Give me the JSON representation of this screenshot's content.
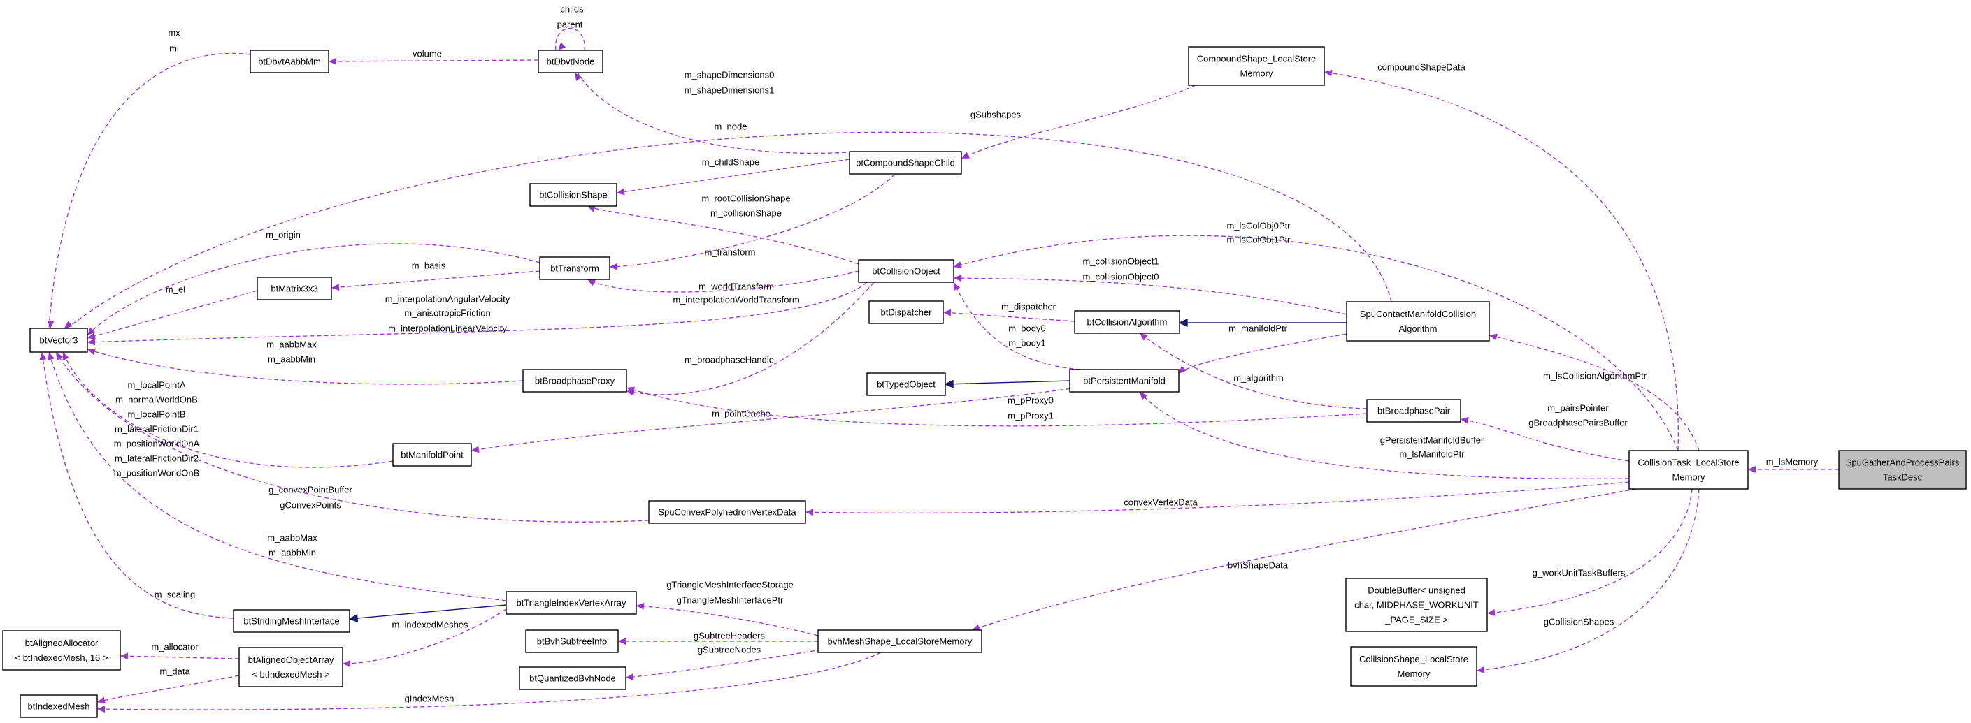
{
  "nodes": [
    {
      "id": "SpuGatherAndProcessPairsTaskDesc",
      "lines": [
        "SpuGatherAndProcessPairs",
        "TaskDesc"
      ],
      "highlight": true
    },
    {
      "id": "CollisionTask_LocalStoreMemory",
      "lines": [
        "CollisionTask_LocalStore",
        "Memory"
      ]
    },
    {
      "id": "btVector3",
      "lines": [
        "btVector3"
      ]
    },
    {
      "id": "btDbvtAabbMm",
      "lines": [
        "btDbvtAabbMm"
      ]
    },
    {
      "id": "btDbvtNode",
      "lines": [
        "btDbvtNode"
      ]
    },
    {
      "id": "CompoundShape_LocalStoreMemory",
      "lines": [
        "CompoundShape_LocalStore",
        "Memory"
      ]
    },
    {
      "id": "btCompoundShapeChild",
      "lines": [
        "btCompoundShapeChild"
      ]
    },
    {
      "id": "btCollisionShape",
      "lines": [
        "btCollisionShape"
      ]
    },
    {
      "id": "btTransform",
      "lines": [
        "btTransform"
      ]
    },
    {
      "id": "btMatrix3x3",
      "lines": [
        "btMatrix3x3"
      ]
    },
    {
      "id": "btCollisionObject",
      "lines": [
        "btCollisionObject"
      ]
    },
    {
      "id": "btDispatcher",
      "lines": [
        "btDispatcher"
      ]
    },
    {
      "id": "btCollisionAlgorithm",
      "lines": [
        "btCollisionAlgorithm"
      ]
    },
    {
      "id": "SpuContactManifoldCollisionAlgorithm",
      "lines": [
        "SpuContactManifoldCollision",
        "Algorithm"
      ]
    },
    {
      "id": "btBroadphaseProxy",
      "lines": [
        "btBroadphaseProxy"
      ]
    },
    {
      "id": "btTypedObject",
      "lines": [
        "btTypedObject"
      ]
    },
    {
      "id": "btPersistentManifold",
      "lines": [
        "btPersistentManifold"
      ]
    },
    {
      "id": "btBroadphasePair",
      "lines": [
        "btBroadphasePair"
      ]
    },
    {
      "id": "btManifoldPoint",
      "lines": [
        "btManifoldPoint"
      ]
    },
    {
      "id": "SpuConvexPolyhedronVertexData",
      "lines": [
        "SpuConvexPolyhedronVertexData"
      ]
    },
    {
      "id": "btStridingMeshInterface",
      "lines": [
        "btStridingMeshInterface"
      ]
    },
    {
      "id": "btTriangleIndexVertexArray",
      "lines": [
        "btTriangleIndexVertexArray"
      ]
    },
    {
      "id": "btAlignedAllocator",
      "lines": [
        "btAlignedAllocator",
        "< btIndexedMesh, 16 >"
      ]
    },
    {
      "id": "btAlignedObjectArray",
      "lines": [
        "btAlignedObjectArray",
        "< btIndexedMesh >"
      ]
    },
    {
      "id": "btIndexedMesh",
      "lines": [
        "btIndexedMesh"
      ]
    },
    {
      "id": "btBvhSubtreeInfo",
      "lines": [
        "btBvhSubtreeInfo"
      ]
    },
    {
      "id": "btQuantizedBvhNode",
      "lines": [
        "btQuantizedBvhNode"
      ]
    },
    {
      "id": "bvhMeshShape_LocalStoreMemory",
      "lines": [
        "bvhMeshShape_LocalStoreMemory"
      ]
    },
    {
      "id": "DoubleBuffer",
      "lines": [
        "DoubleBuffer< unsigned",
        "char, MIDPHASE_WORKUNIT",
        "_PAGE_SIZE >"
      ]
    },
    {
      "id": "CollisionShape_LocalStoreMemory",
      "lines": [
        "CollisionShape_LocalStore",
        "Memory"
      ]
    }
  ],
  "edges": [
    {
      "id": "e-lsmemory",
      "kind": "usage",
      "from": "SpuGatherAndProcessPairsTaskDesc",
      "to": "CollisionTask_LocalStoreMemory",
      "labels": [
        "m_lsMemory"
      ]
    },
    {
      "id": "e-mxmi",
      "kind": "usage",
      "from": "btDbvtAabbMm",
      "to": "btVector3",
      "labels": [
        "mx",
        "mi"
      ]
    },
    {
      "id": "e-volume",
      "kind": "usage",
      "from": "btDbvtNode",
      "to": "btDbvtAabbMm",
      "labels": [
        "volume"
      ]
    },
    {
      "id": "e-childs",
      "kind": "usage",
      "from": "btDbvtNode",
      "to": "btDbvtNode",
      "labels": [
        "childs",
        "parent"
      ]
    },
    {
      "id": "e-node",
      "kind": "usage",
      "from": "btCompoundShapeChild",
      "to": "btDbvtNode",
      "labels": [
        "m_node"
      ]
    },
    {
      "id": "e-shapedim",
      "kind": "usage",
      "from": "SpuContactManifoldCollisionAlgorithm",
      "to": "btVector3",
      "labels": [
        "m_shapeDimensions0",
        "m_shapeDimensions1"
      ]
    },
    {
      "id": "e-compoundshapedata",
      "kind": "usage",
      "from": "CollisionTask_LocalStoreMemory",
      "to": "CompoundShape_LocalStoreMemory",
      "labels": [
        "compoundShapeData"
      ]
    },
    {
      "id": "e-gsubshapes",
      "kind": "usage",
      "from": "CompoundShape_LocalStoreMemory",
      "to": "btCompoundShapeChild",
      "labels": [
        "gSubshapes"
      ]
    },
    {
      "id": "e-childshape",
      "kind": "usage",
      "from": "btCompoundShapeChild",
      "to": "btCollisionShape",
      "labels": [
        "m_childShape"
      ]
    },
    {
      "id": "e-rootshape",
      "kind": "usage",
      "from": "btCollisionObject",
      "to": "btCollisionShape",
      "labels": [
        "m_rootCollisionShape",
        "m_collisionShape"
      ]
    },
    {
      "id": "e-transform",
      "kind": "usage",
      "from": "btCompoundShapeChild",
      "to": "btTransform",
      "labels": [
        "m_transform"
      ]
    },
    {
      "id": "e-origin",
      "kind": "usage",
      "from": "btTransform",
      "to": "btVector3",
      "labels": [
        "m_origin"
      ]
    },
    {
      "id": "e-basis",
      "kind": "usage",
      "from": "btTransform",
      "to": "btMatrix3x3",
      "labels": [
        "m_basis"
      ]
    },
    {
      "id": "e-el",
      "kind": "usage",
      "from": "btMatrix3x3",
      "to": "btVector3",
      "labels": [
        "m_el"
      ]
    },
    {
      "id": "e-worldtransform",
      "kind": "usage",
      "from": "btCollisionObject",
      "to": "btTransform",
      "labels": [
        "m_worldTransform",
        "m_interpolationWorldTransform"
      ]
    },
    {
      "id": "e-interpvel",
      "kind": "usage",
      "from": "btCollisionObject",
      "to": "btVector3",
      "labels": [
        "m_interpolationAngularVelocity",
        "m_anisotropicFriction",
        "m_interpolationLinearVelocity"
      ]
    },
    {
      "id": "e-lscolobj",
      "kind": "usage",
      "from": "CollisionTask_LocalStoreMemory",
      "to": "btCollisionObject",
      "labels": [
        "m_lsColObj0Ptr",
        "m_lsColObj1Ptr"
      ]
    },
    {
      "id": "e-colobj",
      "kind": "usage",
      "from": "SpuContactManifoldCollisionAlgorithm",
      "to": "btCollisionObject",
      "labels": [
        "m_collisionObject1",
        "m_collisionObject0"
      ]
    },
    {
      "id": "e-dispatcher",
      "kind": "usage",
      "from": "btCollisionAlgorithm",
      "to": "btDispatcher",
      "labels": [
        "m_dispatcher"
      ]
    },
    {
      "id": "e-inherit-algo",
      "kind": "inheritance",
      "from": "SpuContactManifoldCollisionAlgorithm",
      "to": "btCollisionAlgorithm",
      "labels": []
    },
    {
      "id": "e-body",
      "kind": "usage",
      "from": "btPersistentManifold",
      "to": "btCollisionObject",
      "labels": [
        "m_body0",
        "m_body1"
      ]
    },
    {
      "id": "e-manifoldptr",
      "kind": "usage",
      "from": "SpuContactManifoldCollisionAlgorithm",
      "to": "btPersistentManifold",
      "labels": [
        "m_manifoldPtr"
      ]
    },
    {
      "id": "e-aabb-proxy",
      "kind": "usage",
      "from": "btBroadphaseProxy",
      "to": "btVector3",
      "labels": [
        "m_aabbMax",
        "m_aabbMin"
      ]
    },
    {
      "id": "e-broadphasehandle",
      "kind": "usage",
      "from": "btCollisionObject",
      "to": "btBroadphaseProxy",
      "labels": [
        "m_broadphaseHandle"
      ]
    },
    {
      "id": "e-inherit-typed",
      "kind": "inheritance",
      "from": "btPersistentManifold",
      "to": "btTypedObject",
      "labels": []
    },
    {
      "id": "e-algorithm",
      "kind": "usage",
      "from": "btBroadphasePair",
      "to": "btCollisionAlgorithm",
      "labels": [
        "m_algorithm"
      ]
    },
    {
      "id": "e-pproxy",
      "kind": "usage",
      "from": "btBroadphasePair",
      "to": "btBroadphaseProxy",
      "labels": [
        "m_pProxy0",
        "m_pProxy1"
      ]
    },
    {
      "id": "e-lscolalgo",
      "kind": "usage",
      "from": "CollisionTask_LocalStoreMemory",
      "to": "SpuContactManifoldCollisionAlgorithm",
      "labels": [
        "m_lsCollisionAlgorithmPtr"
      ]
    },
    {
      "id": "e-pairs",
      "kind": "usage",
      "from": "CollisionTask_LocalStoreMemory",
      "to": "btBroadphasePair",
      "labels": [
        "m_pairsPointer",
        "gBroadphasePairsBuffer"
      ]
    },
    {
      "id": "e-persistentbuf",
      "kind": "usage",
      "from": "CollisionTask_LocalStoreMemory",
      "to": "btPersistentManifold",
      "labels": [
        "gPersistentManifoldBuffer",
        "m_lsManifoldPtr"
      ]
    },
    {
      "id": "e-pointcache",
      "kind": "usage",
      "from": "btPersistentManifold",
      "to": "btManifoldPoint",
      "labels": [
        "m_pointCache"
      ]
    },
    {
      "id": "e-manifoldpoint-vec",
      "kind": "usage",
      "from": "btManifoldPoint",
      "to": "btVector3",
      "labels": [
        "m_localPointA",
        "m_normalWorldOnB",
        "m_localPointB",
        "m_lateralFrictionDir1",
        "m_positionWorldOnA",
        "m_lateralFrictionDir2",
        "m_positionWorldOnB"
      ]
    },
    {
      "id": "e-convexpoints",
      "kind": "usage",
      "from": "SpuConvexPolyhedronVertexData",
      "to": "btVector3",
      "labels": [
        "g_convexPointBuffer",
        "gConvexPoints"
      ]
    },
    {
      "id": "e-convexvertexdata",
      "kind": "usage",
      "from": "CollisionTask_LocalStoreMemory",
      "to": "SpuConvexPolyhedronVertexData",
      "labels": [
        "convexVertexData"
      ]
    },
    {
      "id": "e-aabb-tiva",
      "kind": "usage",
      "from": "btTriangleIndexVertexArray",
      "to": "btVector3",
      "labels": [
        "m_aabbMax",
        "m_aabbMin"
      ]
    },
    {
      "id": "e-scaling",
      "kind": "usage",
      "from": "btStridingMeshInterface",
      "to": "btVector3",
      "labels": [
        "m_scaling"
      ]
    },
    {
      "id": "e-inherit-striding",
      "kind": "inheritance",
      "from": "btTriangleIndexVertexArray",
      "to": "btStridingMeshInterface",
      "labels": []
    },
    {
      "id": "e-indexedmeshes",
      "kind": "usage",
      "from": "btTriangleIndexVertexArray",
      "to": "btAlignedObjectArray",
      "labels": [
        "m_indexedMeshes"
      ]
    },
    {
      "id": "e-allocator",
      "kind": "usage",
      "from": "btAlignedObjectArray",
      "to": "btAlignedAllocator",
      "labels": [
        "m_allocator"
      ]
    },
    {
      "id": "e-data",
      "kind": "usage",
      "from": "btAlignedObjectArray",
      "to": "btIndexedMesh",
      "labels": [
        "m_data"
      ]
    },
    {
      "id": "e-gindexmesh",
      "kind": "usage",
      "from": "bvhMeshShape_LocalStoreMemory",
      "to": "btIndexedMesh",
      "labels": [
        "gIndexMesh"
      ]
    },
    {
      "id": "e-trimeshiface",
      "kind": "usage",
      "from": "bvhMeshShape_LocalStoreMemory",
      "to": "btTriangleIndexVertexArray",
      "labels": [
        "gTriangleMeshInterfaceStorage",
        "gTriangleMeshInterfacePtr"
      ]
    },
    {
      "id": "e-subtreeheaders",
      "kind": "usage",
      "from": "bvhMeshShape_LocalStoreMemory",
      "to": "btBvhSubtreeInfo",
      "labels": [
        "gSubtreeHeaders"
      ]
    },
    {
      "id": "e-subtreenodes",
      "kind": "usage",
      "from": "bvhMeshShape_LocalStoreMemory",
      "to": "btQuantizedBvhNode",
      "labels": [
        "gSubtreeNodes"
      ]
    },
    {
      "id": "e-bvhshapedata",
      "kind": "usage",
      "from": "CollisionTask_LocalStoreMemory",
      "to": "bvhMeshShape_LocalStoreMemory",
      "labels": [
        "bvhShapeData"
      ]
    },
    {
      "id": "e-workunit",
      "kind": "usage",
      "from": "CollisionTask_LocalStoreMemory",
      "to": "DoubleBuffer",
      "labels": [
        "g_workUnitTaskBuffers"
      ]
    },
    {
      "id": "e-collisionshapes",
      "kind": "usage",
      "from": "CollisionTask_LocalStoreMemory",
      "to": "CollisionShape_LocalStoreMemory",
      "labels": [
        "gCollisionShapes"
      ]
    }
  ]
}
